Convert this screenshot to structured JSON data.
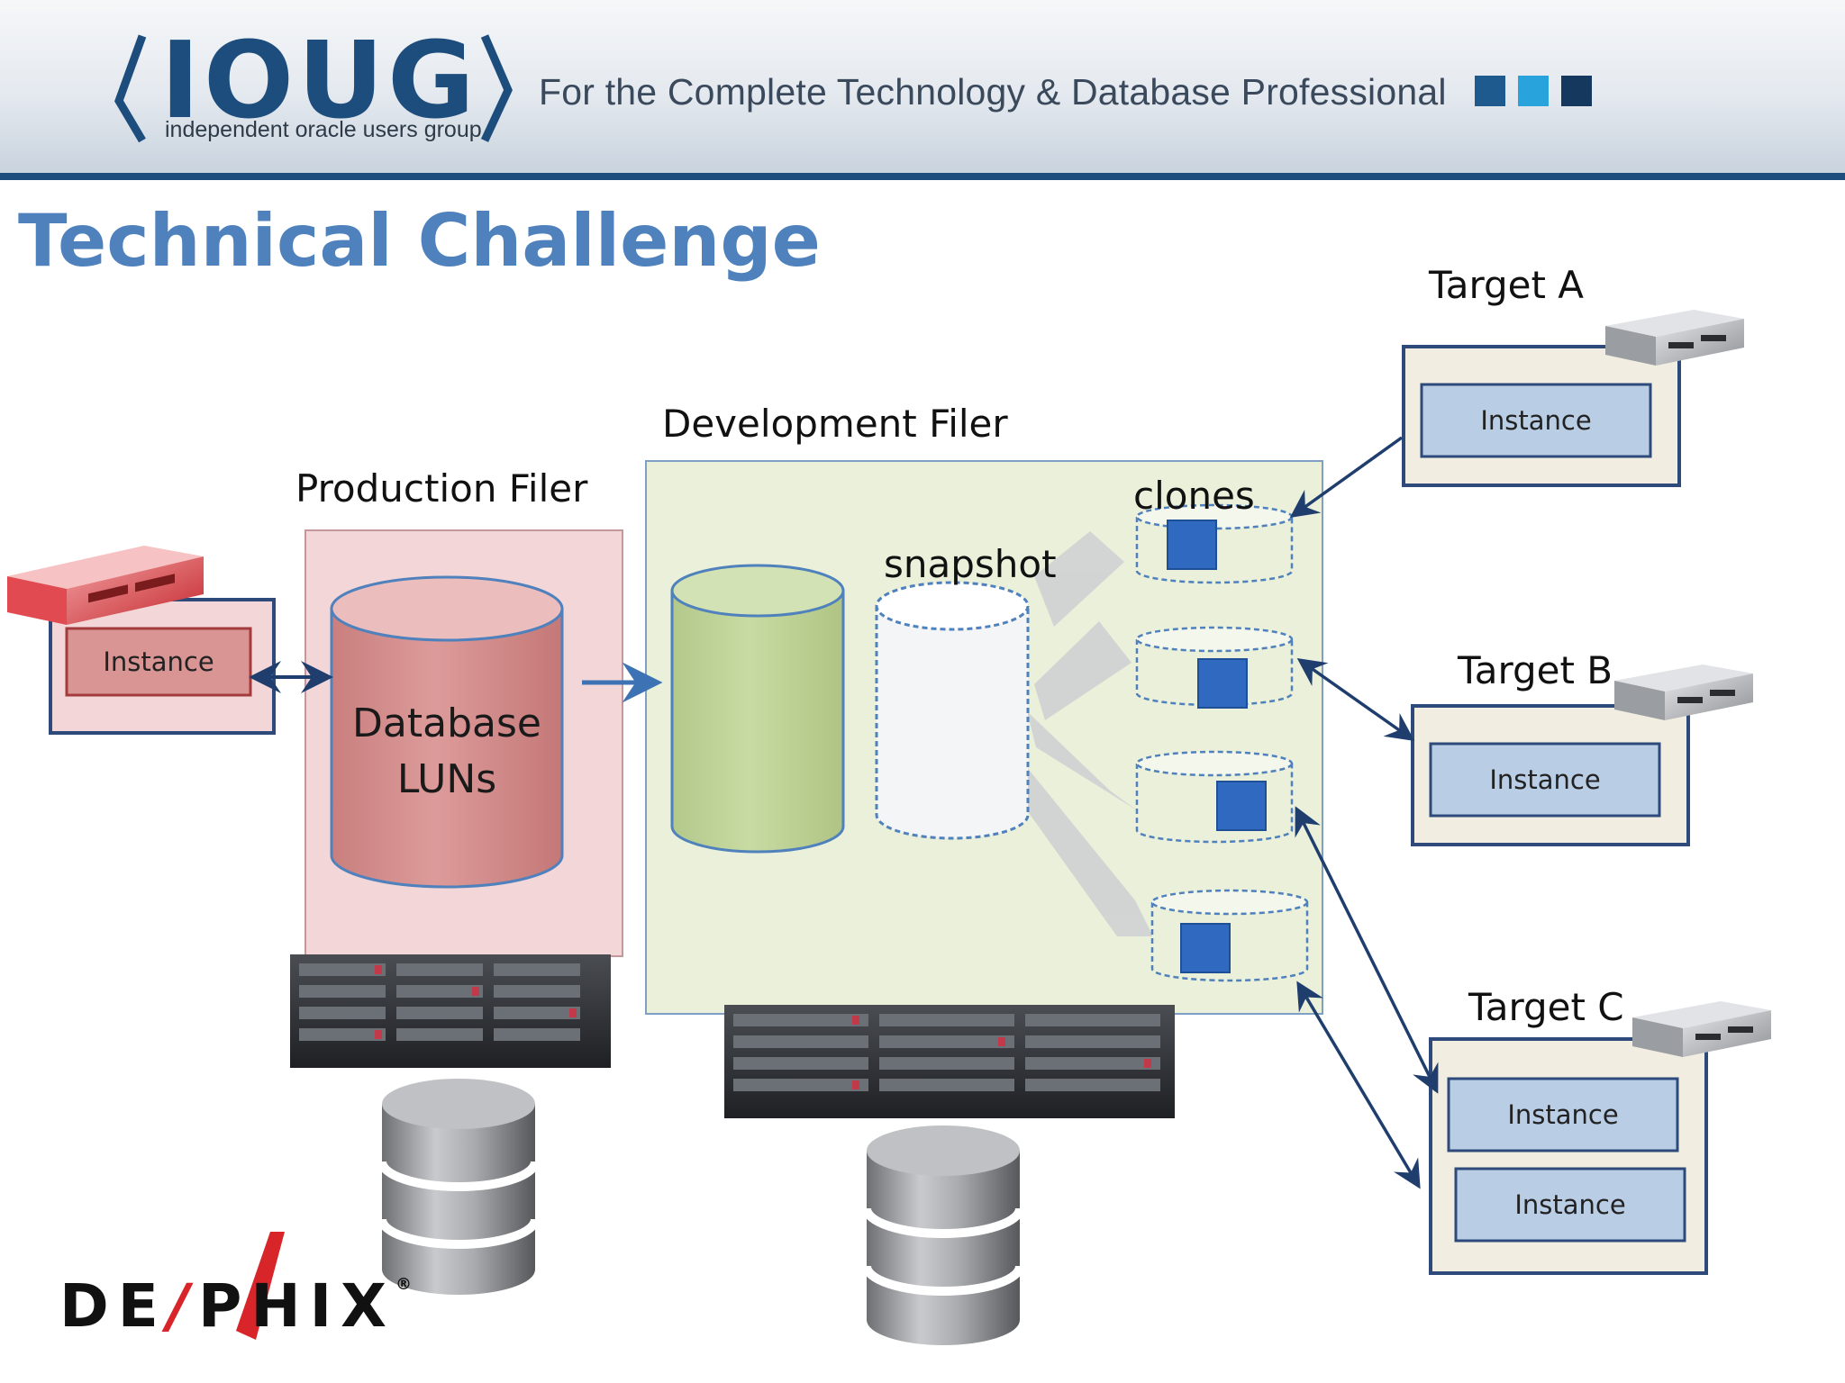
{
  "header": {
    "logo_text": "IOUG",
    "logo_subtitle": "independent oracle users group",
    "tagline": "For the Complete Technology & Database Professional"
  },
  "slide": {
    "title": "Technical Challenge"
  },
  "diagram": {
    "production_filer_label": "Production Filer",
    "development_filer_label": "Development Filer",
    "database_luns_line1": "Database",
    "database_luns_line2": "LUNs",
    "snapshot_label": "snapshot",
    "clones_label": "clones",
    "source_instance_label": "Instance",
    "target_a": {
      "label": "Target A",
      "instance_label": "Instance"
    },
    "target_b": {
      "label": "Target B",
      "instance_label": "Instance"
    },
    "target_c": {
      "label": "Target C",
      "instance_labels": [
        "Instance",
        "Instance"
      ]
    }
  },
  "footer": {
    "brand_prefix": "DE",
    "brand_slash": "/",
    "brand_suffix": "PHIX",
    "brand_mark": "®"
  },
  "colors": {
    "title": "#4f81bd",
    "banner_blue": "#1d4d7c",
    "production_fill": "#f3d6d7",
    "development_fill": "#eaf0da",
    "lun_cylinder": "#d99594",
    "green_cylinder": "#c3d69b",
    "instance_blue": "#b9cde5",
    "arrow": "#1f3e6e",
    "clone_square": "#2f69c0"
  }
}
